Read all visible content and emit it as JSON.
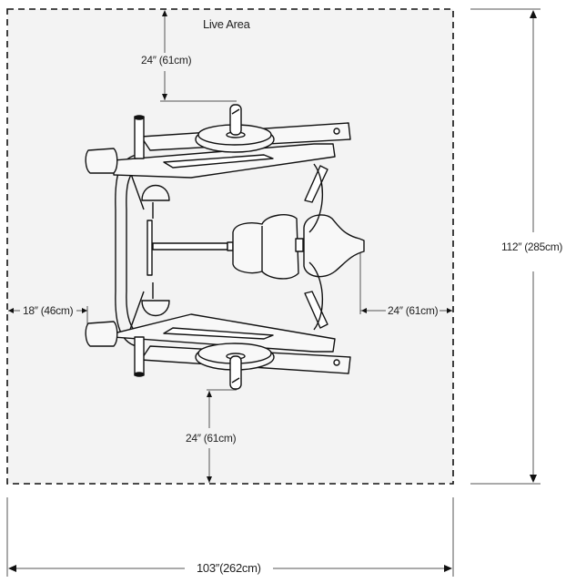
{
  "live_area": {
    "label": "Live Area",
    "fill": "#f3f3f3",
    "border_style": "dashed"
  },
  "clearances": {
    "rear": "24″ (61cm)",
    "front": "24″ (61cm)",
    "left_side": "18″ (46cm)",
    "right_side": "24″ (61cm)"
  },
  "overall_dimensions": {
    "length": "112″ (285cm)",
    "width": "103″(262cm)"
  },
  "equipment": {
    "components": [
      "weight-horn-top",
      "weight-horn-bottom",
      "weight-plate-top",
      "weight-plate-bottom",
      "lever-arm-top",
      "lever-arm-bottom",
      "seat-pad",
      "back-pad",
      "base-frame",
      "pivot-arms"
    ]
  },
  "colors": {
    "line": "#111111",
    "dimension_line": "#555555",
    "background": "#ffffff"
  }
}
